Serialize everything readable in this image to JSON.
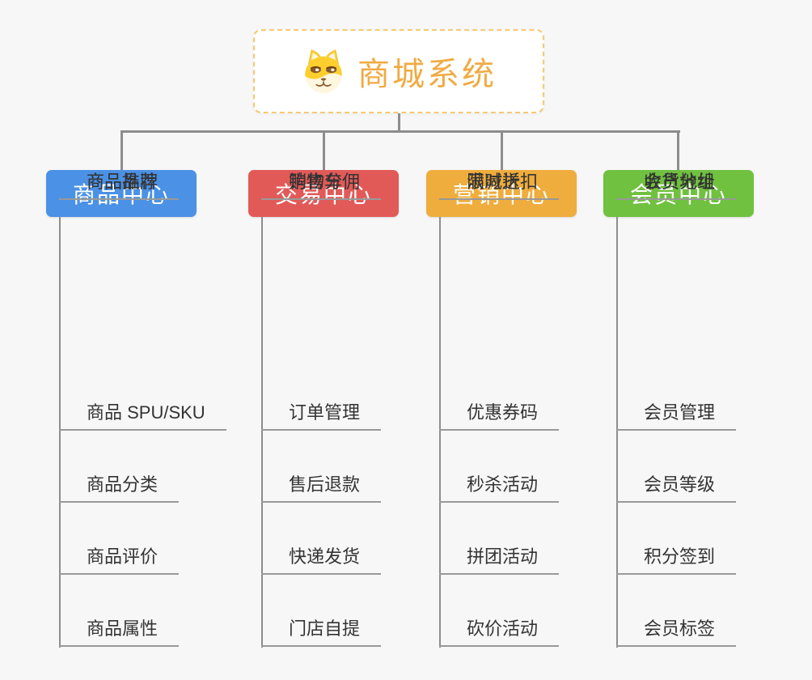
{
  "root": {
    "title": "商城系统",
    "icon": "dog-face-icon",
    "title_color": "#f0ab44",
    "border_color": "#f7c873"
  },
  "connector_color": "#8d8d8d",
  "colors": {
    "background": "#f7f7f7",
    "child_text": "#333333",
    "child_underline": "#999999"
  },
  "branches": [
    {
      "label": "商品中心",
      "color": "#4b91e5",
      "items": [
        "商品 SPU/SKU",
        "商品分类",
        "商品评价",
        "商品属性",
        "商品推荐",
        "商品品牌"
      ]
    },
    {
      "label": "交易中心",
      "color": "#e25a58",
      "items": [
        "订单管理",
        "售后退款",
        "快递发货",
        "门店自提",
        "购物车",
        "销售分佣"
      ]
    },
    {
      "label": "营销中心",
      "color": "#efad3d",
      "items": [
        "优惠券码",
        "秒杀活动",
        "拼团活动",
        "砍价活动",
        "限时折扣",
        "满减送"
      ]
    },
    {
      "label": "会员中心",
      "color": "#70c140",
      "items": [
        "会员管理",
        "会员等级",
        "积分签到",
        "会员标签",
        "会员分组",
        "收货地址"
      ]
    }
  ]
}
